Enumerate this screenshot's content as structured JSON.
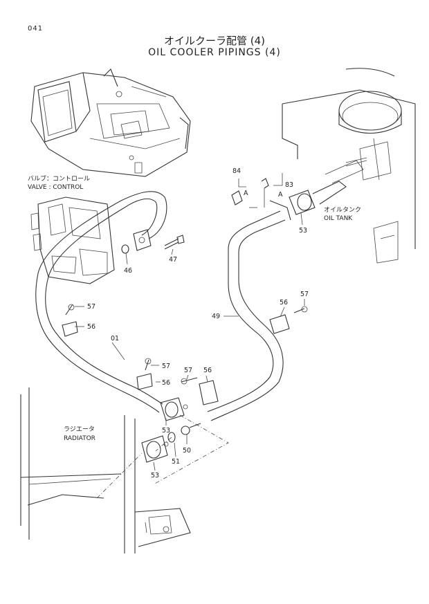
{
  "page_number": "041",
  "title_jp": "オイルクーラ配管 (4)",
  "title_en": "OIL COOLER PIPINGS (4)",
  "labels": {
    "valve_control_jp": "バルブ：コントロール",
    "valve_control_en": "VALVE : CONTROL",
    "oil_tank_jp": "オイルタンク",
    "oil_tank_en": "OIL TANK",
    "radiator_jp": "ラジエータ",
    "radiator_en": "RADIATOR",
    "view_a1": "A",
    "view_a2": "A"
  },
  "part_numbers": {
    "p84": "84",
    "p83": "83",
    "p53_tank": "53",
    "p47": "47",
    "p46": "46",
    "p57_a": "57",
    "p56_a": "56",
    "p01": "01",
    "p57_b": "57",
    "p56_b": "56",
    "p49": "49",
    "p56_c": "56",
    "p57_c": "57",
    "p57_d": "57",
    "p56_d": "56",
    "p53_mid": "53",
    "p50": "50",
    "p51": "51",
    "p53_low": "53"
  }
}
